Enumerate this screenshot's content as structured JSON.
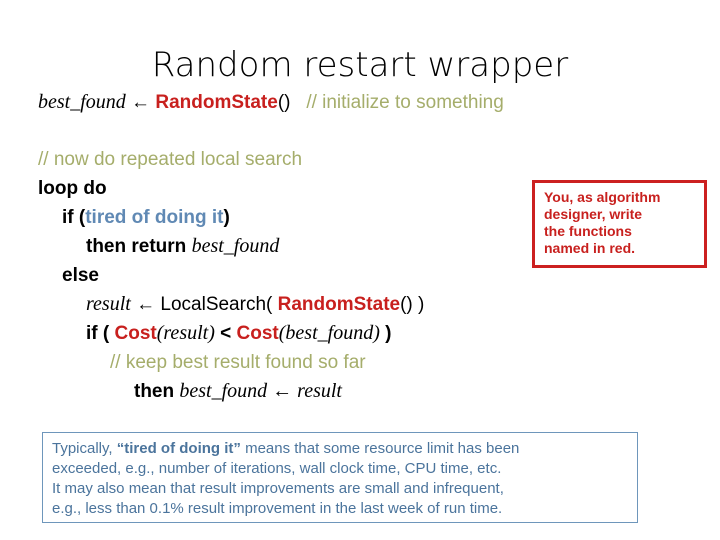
{
  "slide": {
    "title": "Random restart wrapper",
    "colors": {
      "red": "#c8201e",
      "red_border": "#cc2020",
      "green_comment": "#a5ad6b",
      "blue_keyword": "#6089b4",
      "blue_note_text": "#4b749c",
      "blue_note_border": "#6e96bb",
      "black": "#000000",
      "background": "#ffffff"
    }
  },
  "code": {
    "line_init": {
      "var": "best_found",
      "arrow": " ← ",
      "fn": "RandomState",
      "parens": "()",
      "comment": "// initialize to something"
    },
    "comment_loop": "// now do repeated local search",
    "loop_do": "loop do",
    "if_open": "if (",
    "if_cond": "tired of doing it",
    "if_close": ")",
    "then_return": "then return ",
    "then_return_var": "best_found",
    "else": "else",
    "result_var": "result",
    "result_arrow": " ← ",
    "localsearch": "LocalSearch( ",
    "randomstate": "RandomState",
    "randomstate_tail": "() )",
    "if2_open": "if ( ",
    "cost1": "Cost",
    "cost1_arg": "(result)",
    "lt": " < ",
    "cost2": "Cost",
    "cost2_arg": "(best_found)",
    "if2_close": " )",
    "comment_keep": "// keep best result found so far",
    "then_assign": "then ",
    "then_assign_lhs": "best_found",
    "then_assign_arrow": " ← ",
    "then_assign_rhs": "result"
  },
  "red_callout": {
    "line1": "You, as algorithm",
    "line2": "designer, write",
    "line3": "the functions",
    "line4": "named in red."
  },
  "blue_note": {
    "line1_a": "Typically, ",
    "line1_b": "“tired of doing it”",
    "line1_c": " means that some resource limit has been",
    "line2": "exceeded, e.g., number of iterations, wall clock time, CPU time, etc.",
    "line3": "It may also mean that result improvements are small and infrequent,",
    "line4": "e.g., less than 0.1% result improvement in the last week of run time."
  }
}
